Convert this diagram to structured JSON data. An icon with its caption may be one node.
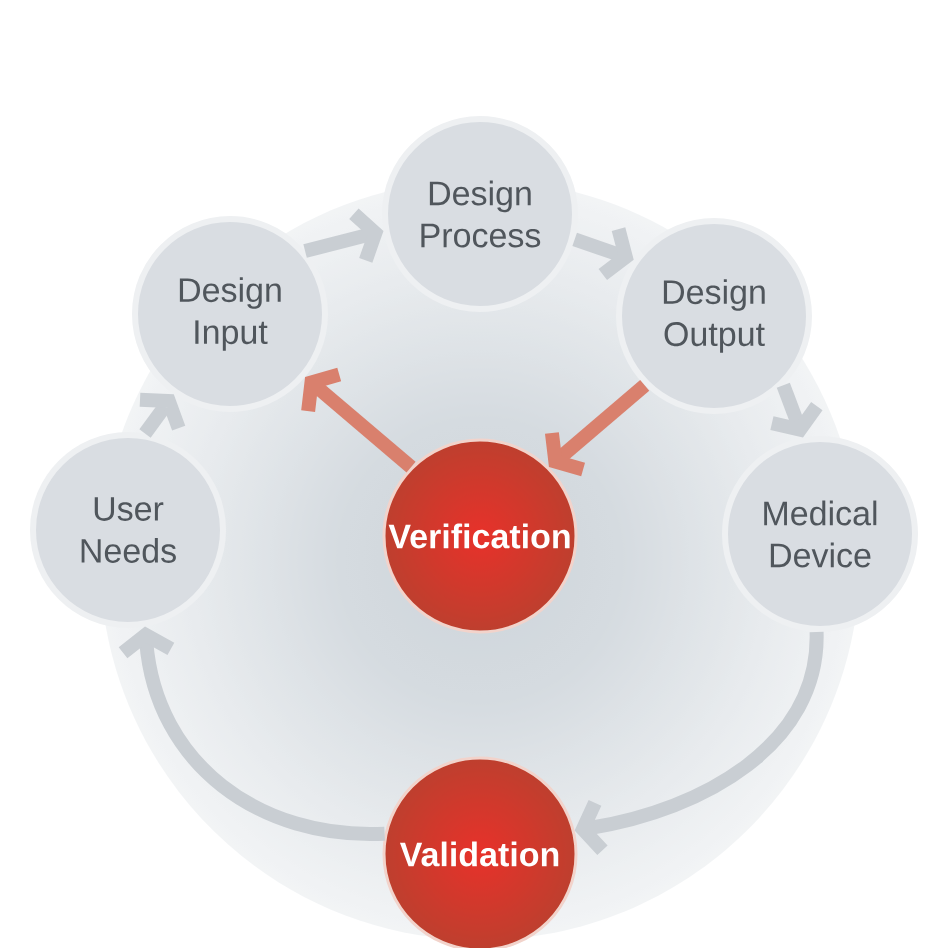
{
  "diagram": {
    "nodes": [
      {
        "text": [
          "User Needs"
        ]
      },
      {
        "text": [
          "Design Input"
        ]
      },
      {
        "text": [
          "Design Process"
        ]
      },
      {
        "text": [
          "Design Output"
        ]
      },
      {
        "text": [
          "Medical Device"
        ]
      },
      {
        "text": [
          "Verification"
        ]
      },
      {
        "text": [
          "Validation"
        ]
      }
    ],
    "edges": [
      {
        "from": 0,
        "to": 1,
        "arrow": "to"
      },
      {
        "from": 1,
        "to": 2,
        "arrow": "to"
      },
      {
        "from": 2,
        "to": 3,
        "arrow": "to"
      },
      {
        "from": 3,
        "to": 4,
        "arrow": "to"
      },
      {
        "from": 3,
        "to": 5,
        "arrow": "to",
        "color": "#d9806d"
      },
      {
        "from": 5,
        "to": 1,
        "arrow": "to",
        "color": "#d9806d"
      },
      {
        "from": 4,
        "to": 6,
        "arrow": "to"
      },
      {
        "from": 6,
        "to": 0,
        "arrow": "to"
      }
    ]
  }
}
